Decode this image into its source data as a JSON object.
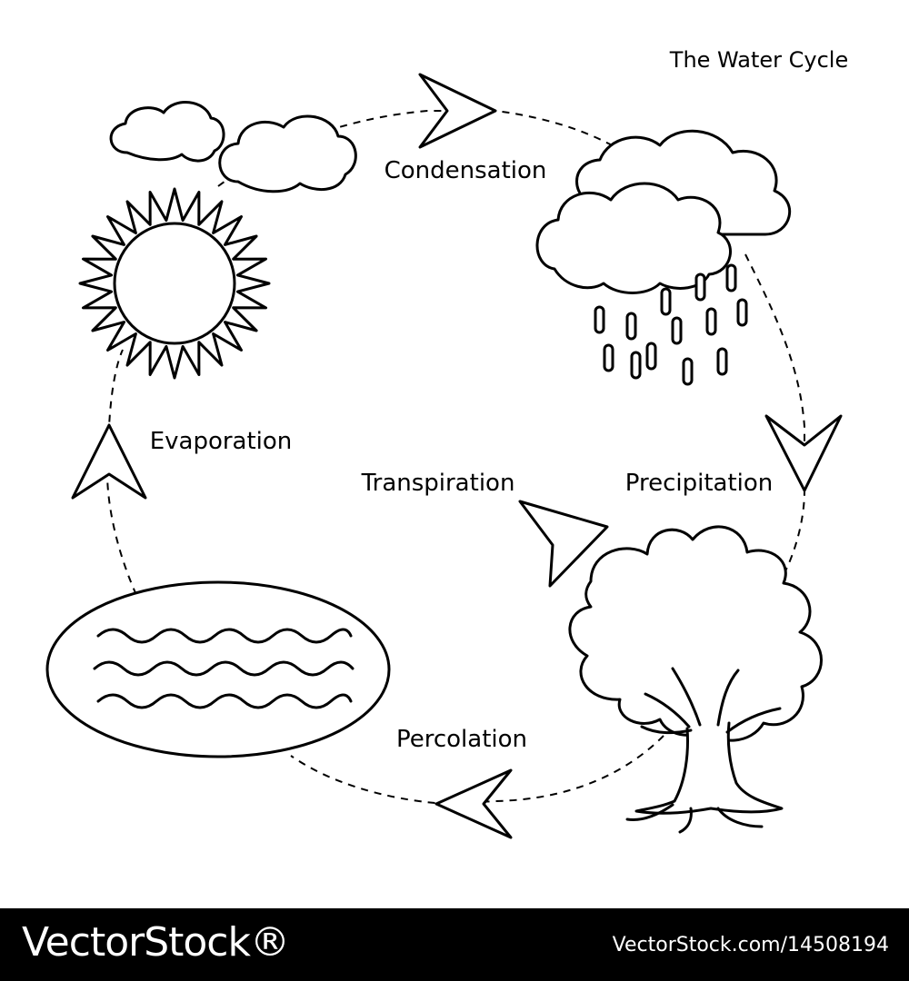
{
  "title": "The Water Cycle",
  "labels": {
    "condensation": "Condensation",
    "evaporation": "Evaporation",
    "transpiration": "Transpiration",
    "precipitation": "Precipitation",
    "percolation": "Percolation"
  },
  "icons": [
    "sun-icon",
    "cloud-icon",
    "rain-cloud-icon",
    "tree-icon",
    "water-body-icon",
    "arrow-icon"
  ],
  "footer": {
    "brand": "VectorStock®",
    "id_text": "VectorStock.com/14508194"
  }
}
